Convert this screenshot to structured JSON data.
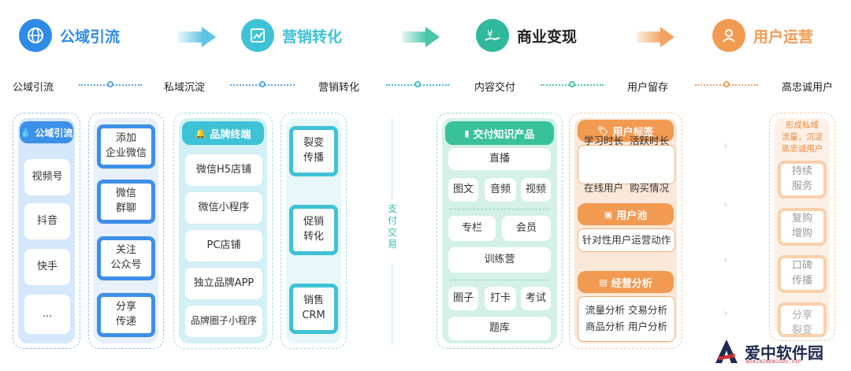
{
  "stages": [
    {
      "label": "公域引流",
      "icon": "globe-icon",
      "color": "#2f8be8",
      "text_color": "#2f8be8"
    },
    {
      "label": "营销转化",
      "icon": "chart-icon",
      "color": "#3ec2d6",
      "text_color": "#3ec2d6"
    },
    {
      "label": "商业变现",
      "icon": "money-icon",
      "color": "#2fb99a",
      "text_color": "#222222"
    },
    {
      "label": "用户运营",
      "icon": "user-icon",
      "color": "#f29a52",
      "text_color": "#f29a52"
    }
  ],
  "process": [
    "公域引流",
    "私域沉淀",
    "营销转化",
    "内容交付",
    "用户留存",
    "高忠诚用户"
  ],
  "col1": {
    "header": "公域引流",
    "items": [
      "视频号",
      "抖音",
      "快手",
      "..."
    ]
  },
  "col2": {
    "items": [
      "添加\n企业微信",
      "微信\n群聊",
      "关注\n公众号",
      "分享\n传递"
    ]
  },
  "col3": {
    "header": "品牌终端",
    "items": [
      "微信H5店铺",
      "微信小程序",
      "PC店铺",
      "独立品牌APP",
      "品牌圈子小程序"
    ]
  },
  "col4": {
    "items": [
      "裂变\n传播",
      "促销\n转化",
      "销售\nCRM"
    ]
  },
  "divider_label": "支付交易",
  "col5": {
    "header": "交付知识产品",
    "row1": [
      "直播"
    ],
    "row2": [
      "图文",
      "音频",
      "视频"
    ],
    "row3": [
      "专栏",
      "会员"
    ],
    "row4": [
      "训练营"
    ],
    "row5": [
      "圈子",
      "打卡",
      "考试"
    ],
    "row6": [
      "题库"
    ]
  },
  "col6": {
    "sections": [
      {
        "header": "用户标签",
        "lines": [
          "学习时长  活跃时长",
          "在线用户  购买情况"
        ]
      },
      {
        "header": "用户池",
        "lines": [
          "针对性用户运营动作"
        ]
      },
      {
        "header": "经营分析",
        "lines": [
          "流量分析  交易分析",
          "商品分析  用户分析"
        ]
      }
    ]
  },
  "col7": {
    "intro": "形成私域\n流量，沉淀\n高忠诚用户",
    "items": [
      "持续\n服务",
      "复购\n增购",
      "口碑\n传播",
      "分享\n裂变"
    ]
  },
  "watermark": {
    "text": "爱中软件园",
    "url": "WOAINZHONGGUO.VIP"
  }
}
